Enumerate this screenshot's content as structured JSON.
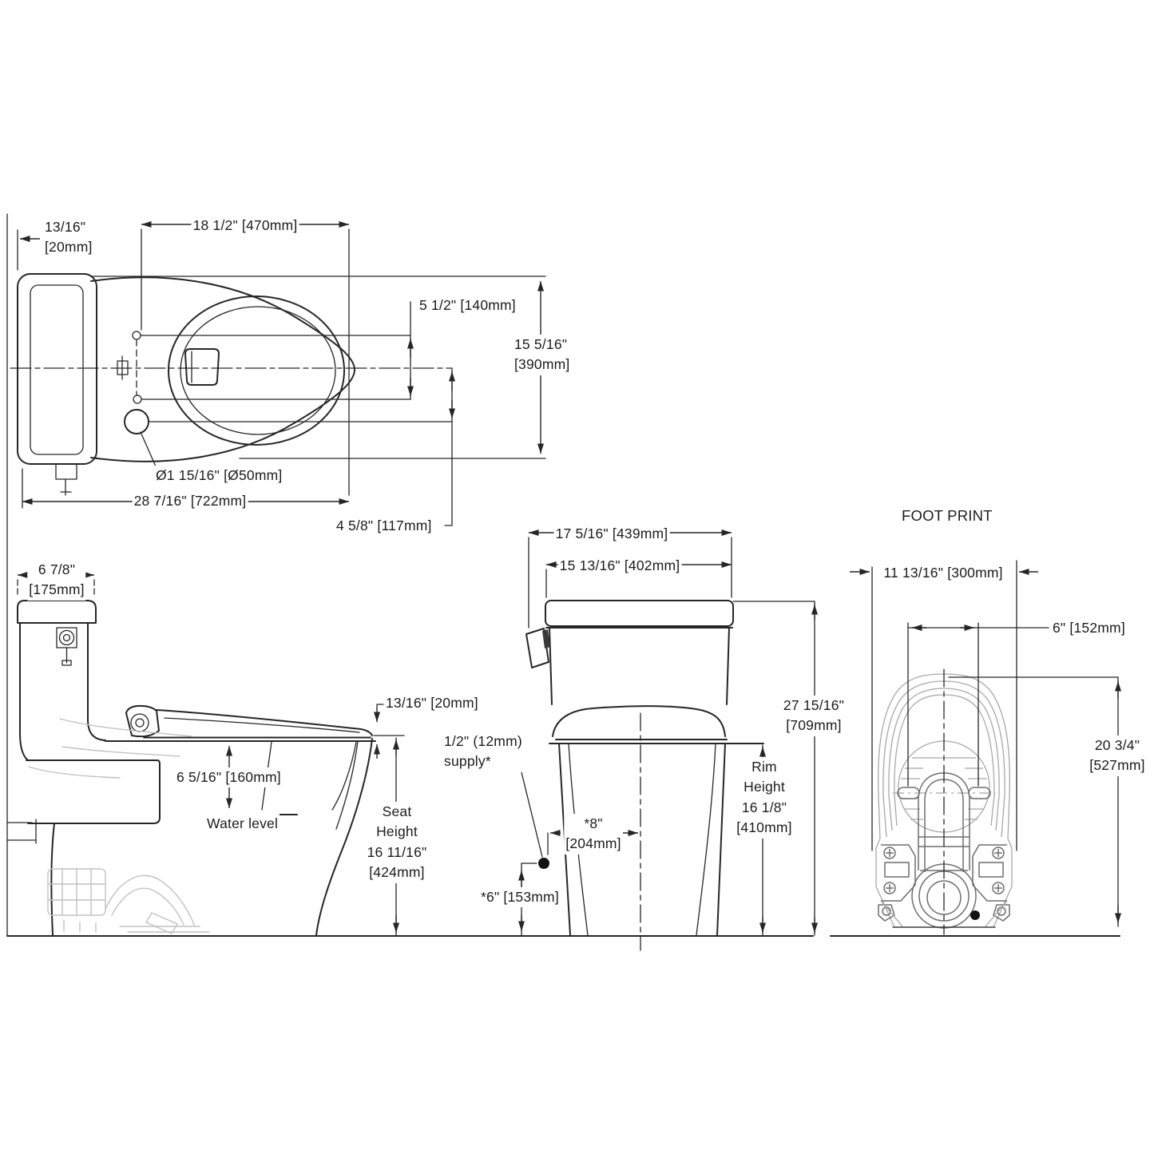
{
  "drawing": {
    "type": "toilet-dimension-spec",
    "background": "#ffffff",
    "line_color": "#262626",
    "ghost_color": "#c2c2c2",
    "labels": {
      "top_offset": "13/16\"\n[20mm]",
      "top_seat_length": "18 1/2\" [470mm]",
      "top_hole_spacing": "5 1/2\" [140mm]",
      "top_bowl_width": "15 5/16\"\n[390mm]",
      "top_hole_dia": "Ø1 15/16\" [Ø50mm]",
      "top_total_length": "28 7/16\" [722mm]",
      "top_hole_offset": "4 5/8\" [117mm]",
      "side_tank_depth": "6 7/8\"\n[175mm]",
      "side_seat_overhang": "13/16\" [20mm]",
      "side_water_depth": "6 5/16\" [160mm]",
      "side_water_level": "Water level",
      "side_seat_height": "Seat\nHeight\n16 11/16\"\n[424mm]",
      "front_tank_width": "17 5/16\" [439mm]",
      "front_lid_width": "15 13/16\" [402mm]",
      "front_supply": "1/2\" (12mm)\nsupply*",
      "front_total_height": "27 15/16\"\n[709mm]",
      "front_rim_height": "Rim\nHeight\n16 1/8\"\n[410mm]",
      "front_supply_offset_x": "*8\"\n[204mm]",
      "front_supply_offset_y": "*6\" [153mm]",
      "footprint_title": "FOOT PRINT",
      "footprint_width": "11 13/16\" [300mm]",
      "footprint_bolt_spacing": "6\" [152mm]",
      "footprint_depth": "20 3/4\"\n[527mm]"
    }
  }
}
